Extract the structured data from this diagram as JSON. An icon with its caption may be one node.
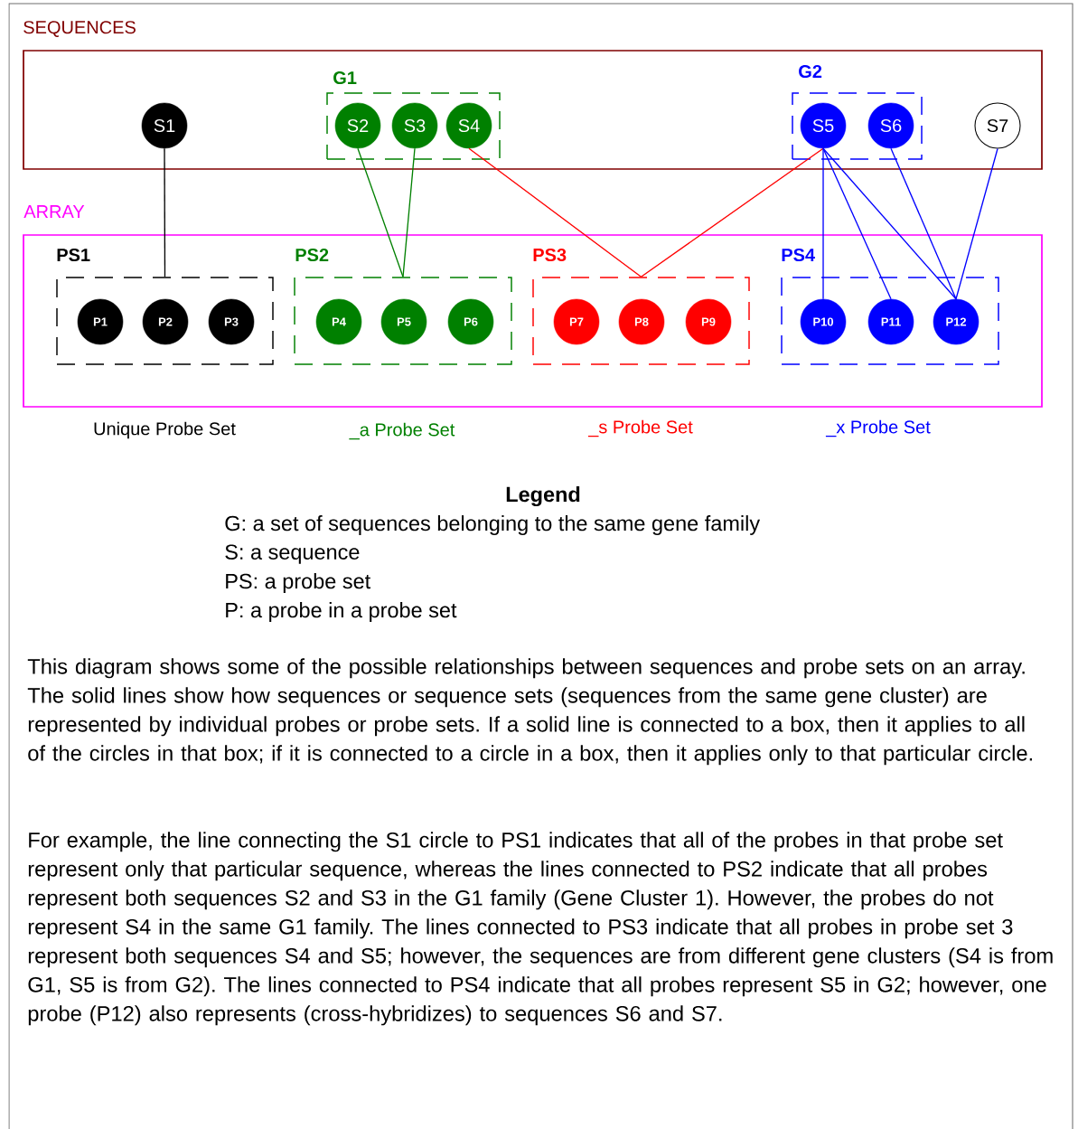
{
  "diagram": {
    "nodes": [
      {
        "text": [
          "SEQUENCES"
        ]
      },
      {
        "text": [
          "S1"
        ],
        "in": 0
      },
      {
        "text": [
          "G1"
        ],
        "in": 0
      },
      {
        "text": [
          "S2"
        ],
        "in": 2
      },
      {
        "text": [
          "S3"
        ],
        "in": 2
      },
      {
        "text": [
          "S4"
        ],
        "in": 2
      },
      {
        "text": [
          "G2"
        ],
        "in": 0
      },
      {
        "text": [
          "S5"
        ],
        "in": 6
      },
      {
        "text": [
          "S6"
        ],
        "in": 6
      },
      {
        "text": [
          "S7"
        ],
        "in": 0
      },
      {
        "text": [
          "ARRAY"
        ]
      },
      {
        "text": [
          "PS1"
        ],
        "in": 10,
        "beside": [
          "Unique Probe Set"
        ]
      },
      {
        "text": [
          "P1"
        ],
        "in": 11
      },
      {
        "text": [
          "P2"
        ],
        "in": 11
      },
      {
        "text": [
          "P3"
        ],
        "in": 11
      },
      {
        "text": [
          "PS2"
        ],
        "in": 10,
        "beside": [
          "_a Probe Set"
        ]
      },
      {
        "text": [
          "P4"
        ],
        "in": 15
      },
      {
        "text": [
          "P5"
        ],
        "in": 15
      },
      {
        "text": [
          "P6"
        ],
        "in": 15
      },
      {
        "text": [
          "PS3"
        ],
        "in": 10,
        "beside": [
          "_s Probe Set"
        ]
      },
      {
        "text": [
          "P7"
        ],
        "in": 19
      },
      {
        "text": [
          "P8"
        ],
        "in": 19
      },
      {
        "text": [
          "P9"
        ],
        "in": 19
      },
      {
        "text": [
          "PS4"
        ],
        "in": 10,
        "beside": [
          "_x Probe Set"
        ]
      },
      {
        "text": [
          "P10"
        ],
        "in": 23
      },
      {
        "text": [
          "P11"
        ],
        "in": 23
      },
      {
        "text": [
          "P12"
        ],
        "in": 23
      }
    ],
    "edges": [
      {
        "from": 1,
        "to": 11,
        "arrow": "none",
        "color": "#000000"
      },
      {
        "from": 3,
        "to": 15,
        "arrow": "none",
        "color": "#008000"
      },
      {
        "from": 4,
        "to": 15,
        "arrow": "none",
        "color": "#008000"
      },
      {
        "from": 5,
        "to": 19,
        "arrow": "none",
        "color": "#ff0000"
      },
      {
        "from": 7,
        "to": 19,
        "arrow": "none",
        "color": "#ff0000"
      },
      {
        "from": 7,
        "to": 24,
        "arrow": "none"
      },
      {
        "from": 7,
        "to": 25,
        "arrow": "none"
      },
      {
        "from": 7,
        "to": 26,
        "arrow": "none"
      },
      {
        "from": 8,
        "to": 26,
        "arrow": "none"
      },
      {
        "from": 9,
        "to": 26,
        "arrow": "none"
      }
    ],
    "labels": [
      "Legend",
      "G: a set of sequences belonging to the same gene family",
      "S: a sequence",
      "PS: a probe set",
      "P: a probe in a probe set",
      "This diagram shows some of the possible relationships between sequences and probe sets on an array. The solid lines show how sequences or sequence sets (sequences from the same gene cluster) are represented by individual probes or probe sets. If a solid line is connected to a box, then it applies to all of the circles in that box; if it is connected to a circle in a box, then it applies only to that particular circle.",
      "For example, the line connecting the S1 circle to PS1 indicates that all of the probes in that probe set represent only that particular sequence, whereas the lines connected to PS2 indicate that all probes represent both sequences S2 and S3 in the G1 family (Gene Cluster 1). However, the probes do not represent S4 in the same G1 family. The lines connected to PS3 indicate that all probes in probe set 3 represent both sequences S4 and S5; however, the sequences are from different gene clusters (S4 is from G1, S5 is from G2). The lines connected to PS4 indicate that all probes represent S5 in G2; however, one probe (P12) also represents (cross-hybridizes) to sequences S6 and S7."
    ]
  }
}
